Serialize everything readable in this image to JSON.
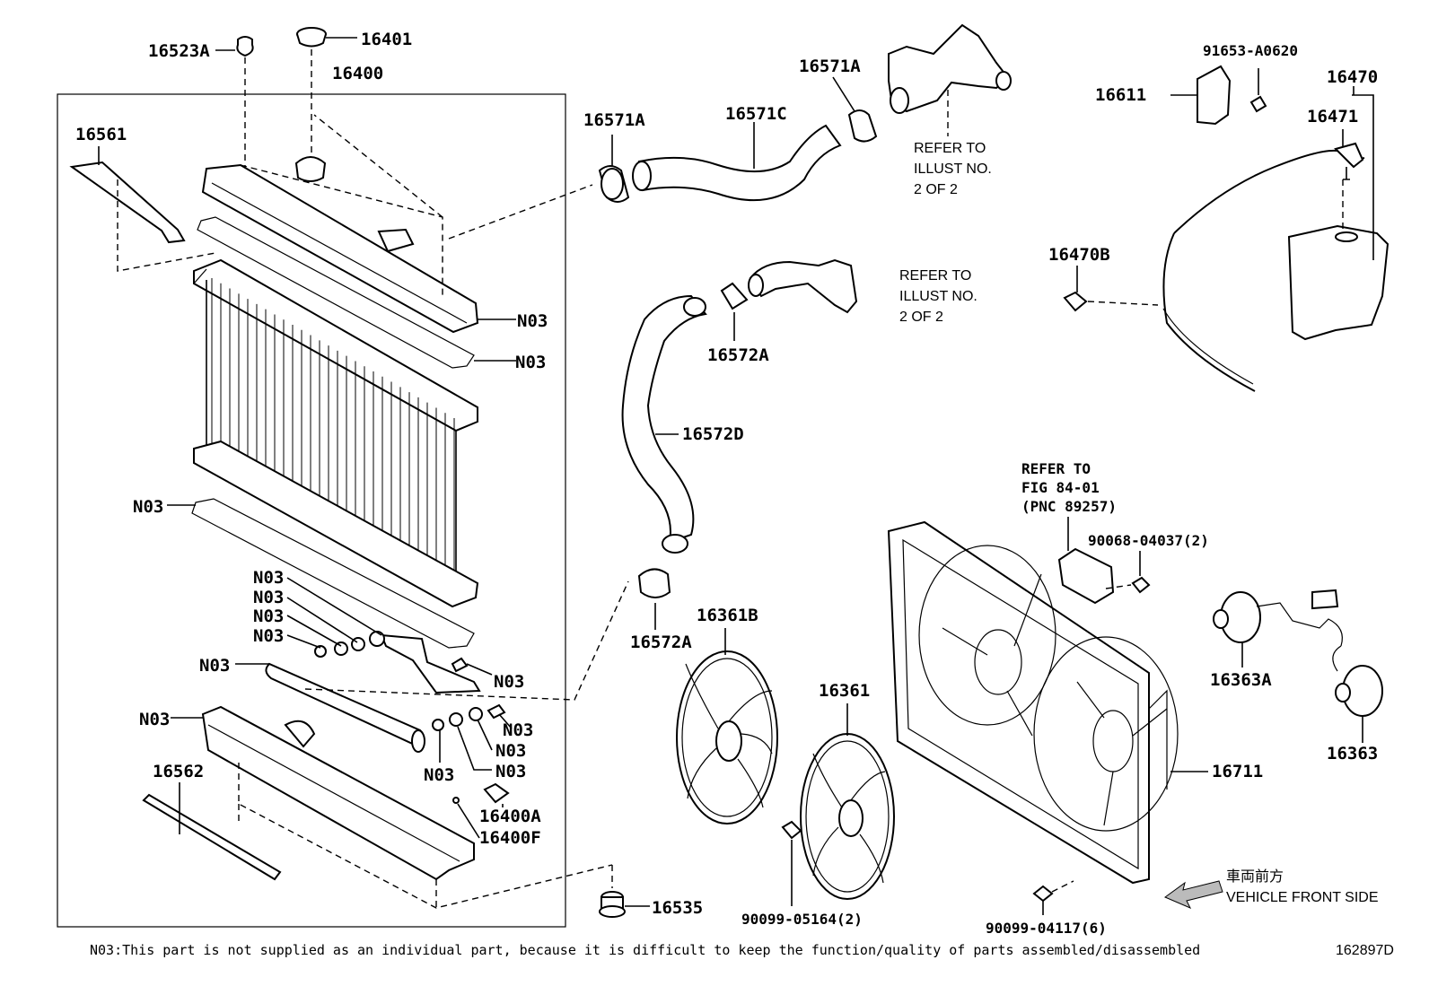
{
  "parts": {
    "p16523A": "16523A",
    "p16401": "16401",
    "p16400": "16400",
    "p16561": "16561",
    "p16571A_left": "16571A",
    "p16571C": "16571C",
    "p16571A_top": "16571A",
    "p16572A_top": "16572A",
    "p16572D": "16572D",
    "p16572A_bottom": "16572A",
    "p16361B": "16361B",
    "p16361": "16361",
    "p16711": "16711",
    "p16363A": "16363A",
    "p16363": "16363",
    "p16611": "16611",
    "p91653": "91653-A0620",
    "p16470": "16470",
    "p16471": "16471",
    "p16470B": "16470B",
    "p90068": "90068-04037(2)",
    "p90099_05164": "90099-05164(2)",
    "p90099_04117": "90099-04117(6)",
    "p16535": "16535",
    "p16562": "16562",
    "p16400A": "16400A",
    "p16400F": "16400F"
  },
  "n03": "N03",
  "refer": {
    "refer1": [
      "REFER TO",
      "ILLUST NO.",
      "2 OF 2"
    ],
    "refer2": [
      "REFER TO",
      "ILLUST NO.",
      "2 OF 2"
    ],
    "fig": [
      "REFER TO",
      "FIG 84-01",
      "(PNC 89257)"
    ]
  },
  "direction": {
    "jp": "車両前方",
    "en": "VEHICLE FRONT SIDE"
  },
  "footer": {
    "note": "N03:This part is not supplied as an individual part, because it is difficult to keep the function/quality of parts assembled/disassembled",
    "code": "162897D"
  }
}
